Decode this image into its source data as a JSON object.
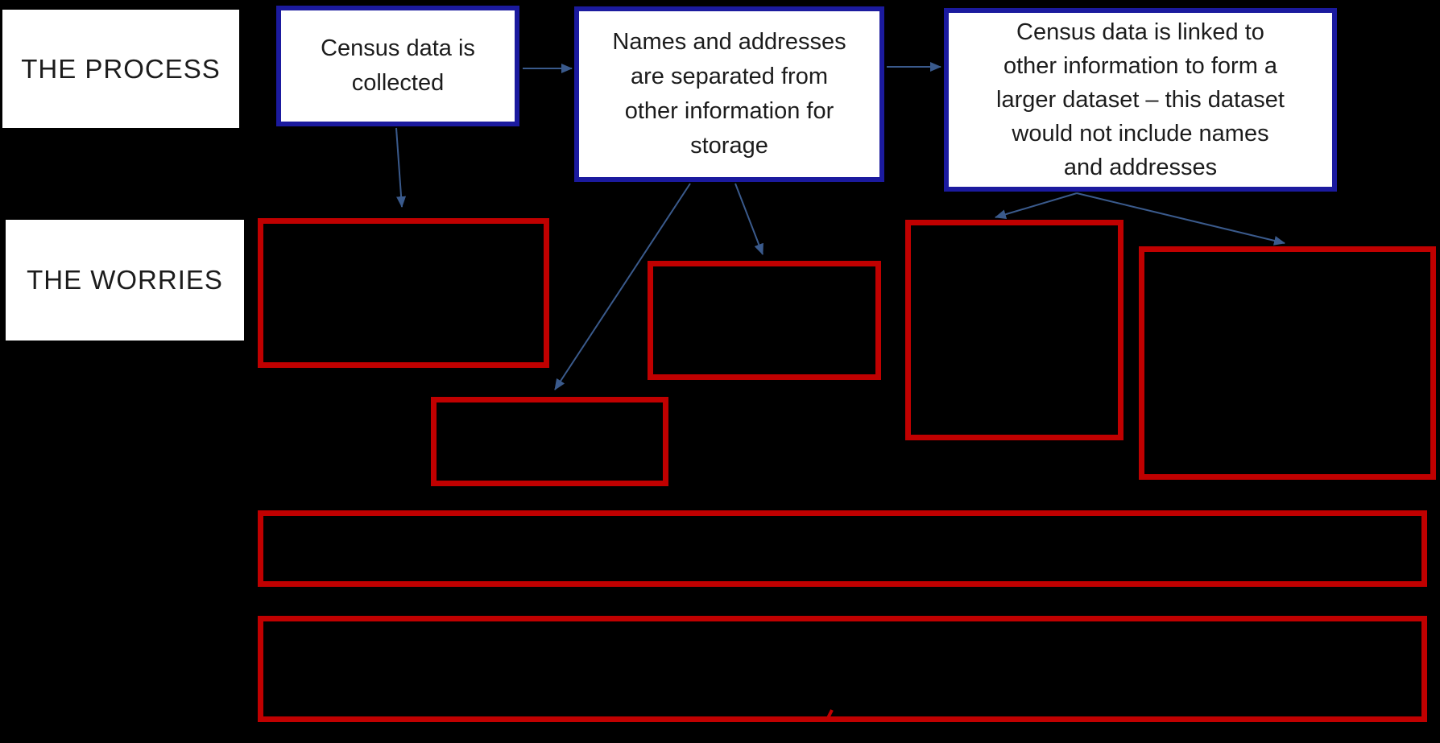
{
  "colors": {
    "background": "#000000",
    "box_bg": "#ffffff",
    "navy_border": "#1b1a9e",
    "red_border": "#c00000",
    "arrow": "#3a5a8c",
    "text": "#1c1c1c"
  },
  "row_labels": {
    "process": "THE PROCESS",
    "worries": "THE WORRIES"
  },
  "process_steps": [
    {
      "id": "step-1",
      "text": "Census data is\ncollected"
    },
    {
      "id": "step-2",
      "text": "Names and addresses\nare separated from\nother information for\nstorage"
    },
    {
      "id": "step-3",
      "text": "Census data is linked to\nother information to form a\nlarger dataset – this dataset\nwould not include names\nand addresses"
    }
  ],
  "worry_boxes": [
    {
      "id": "worry-1",
      "text": ""
    },
    {
      "id": "worry-2",
      "text": ""
    },
    {
      "id": "worry-3",
      "text": ""
    },
    {
      "id": "worry-4",
      "text": ""
    },
    {
      "id": "worry-5",
      "text": ""
    },
    {
      "id": "worry-6",
      "text": ""
    },
    {
      "id": "worry-7",
      "text": ""
    }
  ]
}
